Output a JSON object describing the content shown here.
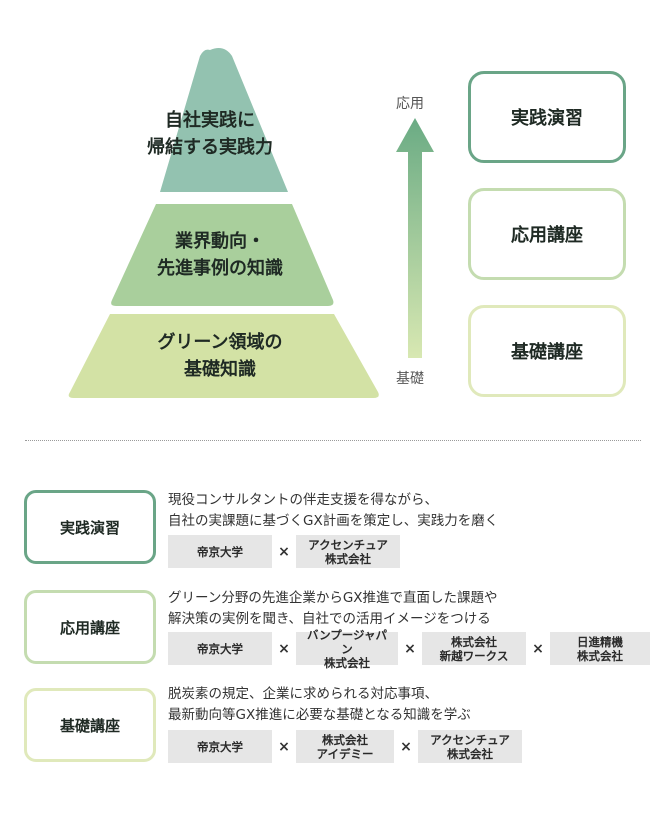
{
  "pyramid": {
    "tiers": [
      {
        "label": "自社実践に\n帰結する実践力",
        "color": "#93c2b0"
      },
      {
        "label": "業界動向・\n先進事例の知識",
        "color": "#a9cf9c"
      },
      {
        "label": "グリーン領域の\n基礎知識",
        "color": "#d3e2a5"
      }
    ]
  },
  "axis": {
    "top_label": "応用",
    "bottom_label": "基礎",
    "arrow_top_color": "#6aab84",
    "arrow_bottom_color": "#d8e8b2"
  },
  "levels": [
    {
      "label": "実践演習",
      "border_color": "#6aa587"
    },
    {
      "label": "応用講座",
      "border_color": "#c4dcb0"
    },
    {
      "label": "基礎講座",
      "border_color": "#e0e9bb"
    }
  ],
  "courses": [
    {
      "label": "実践演習",
      "border_color": "#6aa587",
      "description": "現役コンサルタントの伴走支援を得ながら、\n自社の実課題に基づくGX計画を策定し、実践力を磨く",
      "partners": [
        "帝京大学",
        "アクセンチュア\n株式会社"
      ]
    },
    {
      "label": "応用講座",
      "border_color": "#c4dcb0",
      "description": "グリーン分野の先進企業からGX推進で直面した課題や\n解決策の実例を聞き、自社での活用イメージをつける",
      "partners": [
        "帝京大学",
        "バンプージャパン\n株式会社",
        "株式会社\n新越ワークス",
        "日進精機\n株式会社"
      ]
    },
    {
      "label": "基礎講座",
      "border_color": "#e0e9bb",
      "description": "脱炭素の規定、企業に求められる対応事項、\n最新動向等GX推進に必要な基礎となる知識を学ぶ",
      "partners": [
        "帝京大学",
        "株式会社\nアイデミー",
        "アクセンチュア\n株式会社"
      ]
    }
  ],
  "separator": "×"
}
